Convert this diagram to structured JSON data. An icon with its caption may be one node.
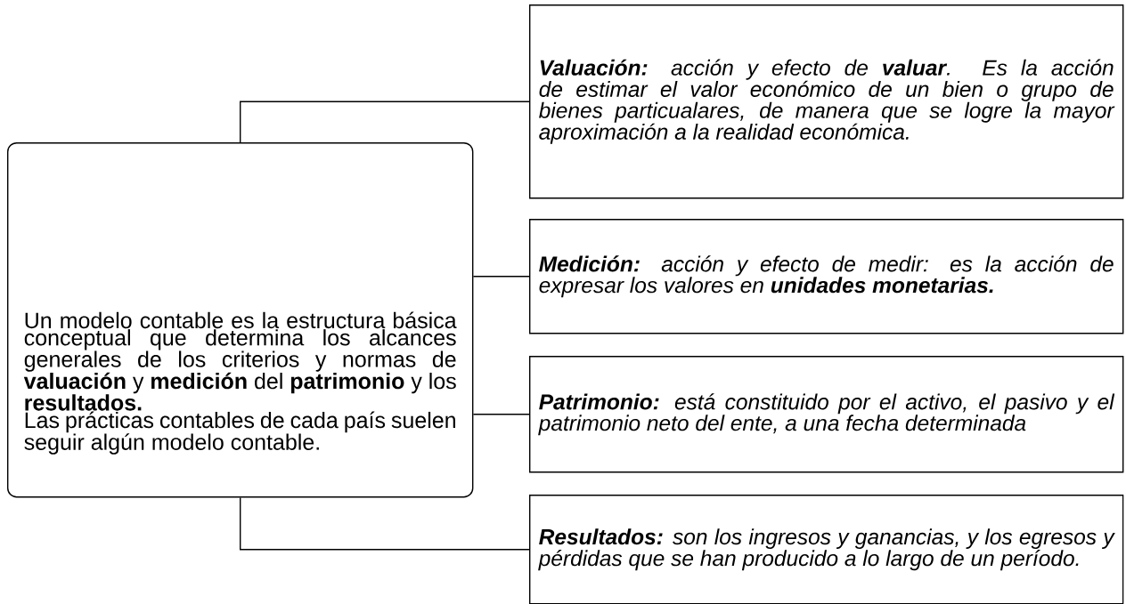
{
  "diagram": {
    "nodes": [
      {
        "text": [
          "Un modelo contable es la estructura básica conceptual que determina los alcances generales de los criterios y normas de **valuación** y **medición** del **patrimonio** y los **resultados.**",
          "Las prácticas contables de cada país suelen seguir algún modelo contable."
        ]
      },
      {
        "text": [
          "**Valuación:** acción y efecto de **valuar**. Es la acción de estimar el valor económico de un bien o grupo de bienes particualares, de manera que se logre la mayor aproximación a la realidad económica."
        ]
      },
      {
        "text": [
          "**Medición:** acción y efecto de medir: es la acción de expresar los valores en **unidades monetarias.**"
        ]
      },
      {
        "text": [
          "**Patrimonio:** está constituido por el activo, el pasivo y el patrimonio neto del ente, a una fecha determinada"
        ]
      },
      {
        "text": [
          "**Resultados:** son los ingresos y ganancias, y los egresos y pérdidas que se han producido a lo largo de un período."
        ]
      }
    ],
    "edges": [
      {
        "from": 0,
        "to": 1,
        "arrow": "none"
      },
      {
        "from": 0,
        "to": 2,
        "arrow": "none"
      },
      {
        "from": 0,
        "to": 3,
        "arrow": "none"
      },
      {
        "from": 0,
        "to": 4,
        "arrow": "none"
      }
    ]
  }
}
